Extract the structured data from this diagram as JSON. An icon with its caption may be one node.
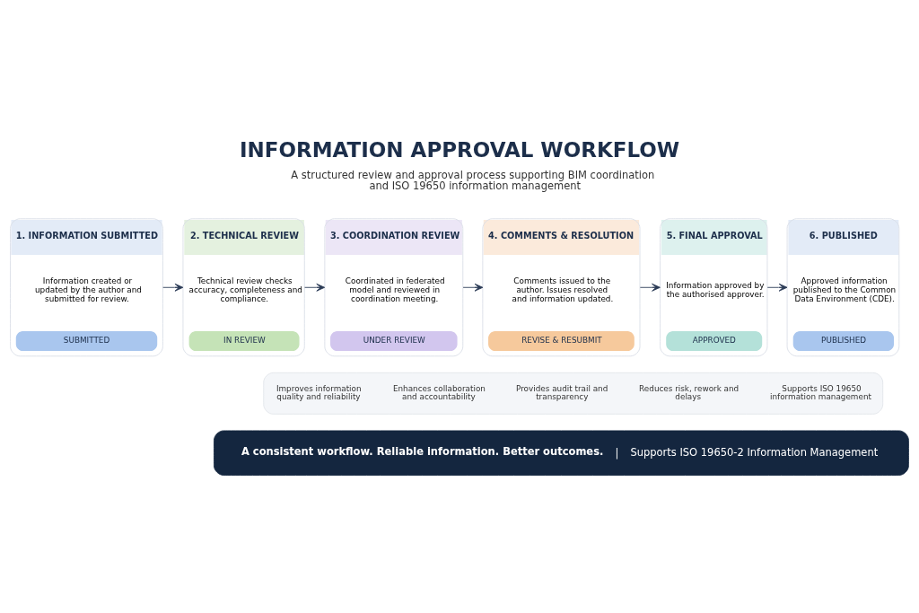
{
  "diagram": {
    "title": "INFORMATION APPROVAL WORKFLOW",
    "nodes": [
      {
        "text": [
          "1. INFORMATION SUBMITTED",
          "Information created or updated by the author and submitted for review.",
          "SUBMITTED"
        ]
      },
      {
        "text": [
          "2. TECHNICAL REVIEW",
          "Technical review checks accuracy, completeness and compliance.",
          "IN REVIEW"
        ]
      },
      {
        "text": [
          "3. COORDINATION REVIEW",
          "Coordinated in federated model and reviewed in coordination meeting.",
          "UNDER REVIEW"
        ]
      },
      {
        "text": [
          "4. COMMENTS & RESOLUTION",
          "Comments issued to the author. Issues resolved and information updated.",
          "REVISE & RESUBMIT"
        ]
      },
      {
        "text": [
          "5. FINAL APPROVAL",
          "Information approved by the authorised approver.",
          "APPROVED"
        ]
      },
      {
        "text": [
          "6. PUBLISHED",
          "Approved information published to the Common Data Environment (CDE).",
          "PUBLISHED"
        ]
      },
      {
        "text": [
          "A consistent workflow. Reliable information. Better outcomes.",
          "|",
          "Supports ISO 19650-2 Information Management"
        ]
      },
      {
        "text": [],
        "shape": "box"
      },
      {
        "text": [
          "Improves information quality and reliability"
        ],
        "in": 7
      },
      {
        "text": [
          "Enhances collaboration and accountability"
        ],
        "in": 7
      },
      {
        "text": [
          "Provides audit trail and transparency"
        ],
        "in": 7
      },
      {
        "text": [
          "Reduces risk, rework and delays"
        ],
        "in": 7
      },
      {
        "text": [
          "Supports ISO 19650 information management"
        ],
        "in": 7
      }
    ],
    "edges": [
      {
        "from": 0,
        "to": 1,
        "arrow": "to"
      },
      {
        "from": 1,
        "to": 2,
        "arrow": "to"
      },
      {
        "from": 2,
        "to": 3,
        "arrow": "to"
      },
      {
        "from": 3,
        "to": 4,
        "arrow": "to"
      },
      {
        "from": 4,
        "to": 5,
        "arrow": "to"
      }
    ],
    "labels": [
      "A structured review and approval process supporting BIM coordination and ISO 19650 information management"
    ]
  }
}
